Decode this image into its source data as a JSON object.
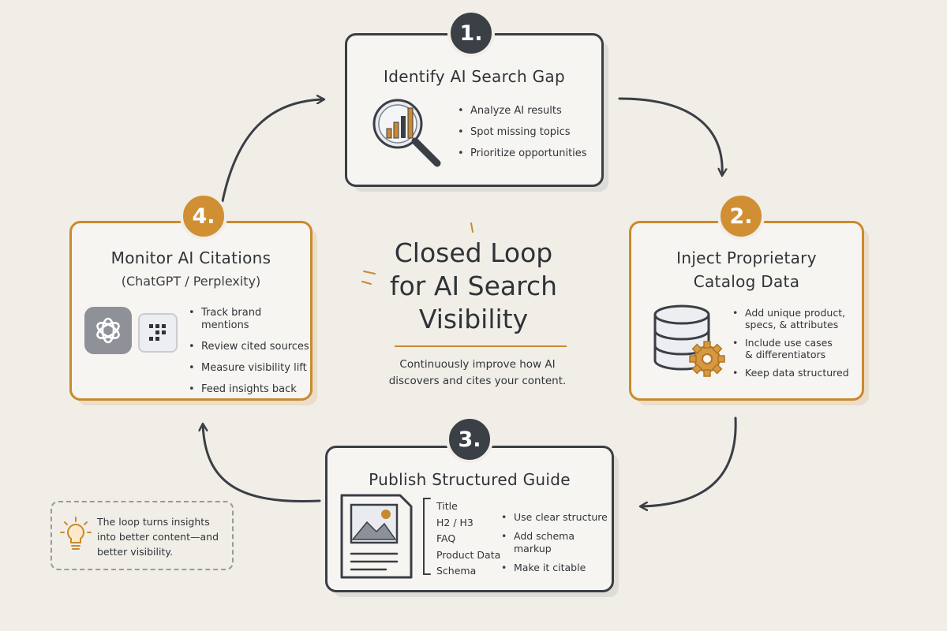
{
  "center": {
    "title_line1": "Closed Loop",
    "title_line2": "for AI Search",
    "title_line3": "Visibility",
    "description": "Continuously improve how AI discovers and cites your content."
  },
  "steps": [
    {
      "number": "1.",
      "title": "Identify AI Search Gap",
      "icon": "magnifier-bar-chart-icon",
      "bullets": [
        "Analyze AI results",
        "Spot missing topics",
        "Prioritize opportunities"
      ]
    },
    {
      "number": "2.",
      "title_line1": "Inject Proprietary",
      "title_line2": "Catalog Data",
      "icon": "database-gear-icon",
      "bullets": [
        {
          "line1": "Add unique product,",
          "line2": "specs, & attributes"
        },
        {
          "line1": "Include use cases",
          "line2": "& differentiators"
        },
        {
          "line1": "Keep data structured",
          "line2": ""
        }
      ]
    },
    {
      "number": "3.",
      "title": "Publish Structured Guide",
      "icon": "document-image-icon",
      "outline": [
        "Title",
        "H2 / H3",
        "FAQ",
        "Product Data",
        "Schema"
      ],
      "bullets": [
        "Use clear structure",
        "Add schema markup",
        "Make it citable"
      ]
    },
    {
      "number": "4.",
      "title": "Monitor AI Citations",
      "subtitle": "(ChatGPT / Perplexity)",
      "icons": [
        "chatgpt-logo-icon",
        "perplexity-logo-icon"
      ],
      "bullets": [
        "Track brand mentions",
        "Review cited sources",
        "Measure visibility lift",
        "Feed insights back"
      ]
    }
  ],
  "tip": {
    "icon": "lightbulb-icon",
    "text": "The loop turns insights into better content—and better visibility."
  },
  "colors": {
    "dark": "#3a3e45",
    "accent": "#c98a2e",
    "background": "#f1eee8"
  }
}
